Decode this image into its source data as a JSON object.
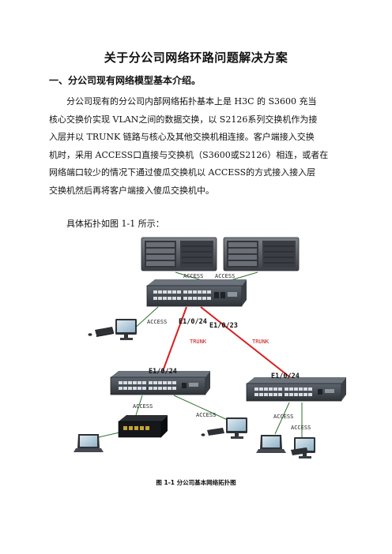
{
  "document": {
    "title": "关于分公司网络环路问题解决方案",
    "section1_heading": "一、分公司现有网络模型基本介绍。",
    "paragraph_lines": [
      "分公司现有的分公司内部网络拓扑基本上是 H3C 的 S3600 充当",
      "核心交换价实现 VLAN之间的数据交换，以 S2126系列交换机作为接",
      "入层并以 TRUNK 链路与核心及其他交换机相连接。客户端接入交换",
      "机时，采用 ACCESS口直接与交换机（S3600或S2126）相连，或者在",
      "网络端口较少的情况下通过傻瓜交换机以 ACCESS的方式接入接入层",
      "交换机然后再将客户端接入傻瓜交换机中。"
    ],
    "figure_intro": "具体拓扑如图 1-1 所示：",
    "figure_caption": "图 1-1 分公司基本网络拓扑图"
  },
  "diagram": {
    "labels": {
      "server_left_access": "ACCESS",
      "server_right_access": "ACCESS",
      "pc_core_access": "ACCESS",
      "port_core_e1_0_24": "E1/0/24",
      "port_core_e1_0_23": "E1/0/23",
      "trunk_left": "TRUNK",
      "trunk_right": "TRUNK",
      "port_left_switch": "E1/0/24",
      "port_right_switch": "E1/0/24",
      "hub_access": "ACCESS",
      "left_pc_access": "ACCESS",
      "right_laptop_access": "ACCESS",
      "right_desktop_access": "ACCESS"
    },
    "colors": {
      "trunk_link": "#d81e1e",
      "access_link": "#2f6f2f",
      "trunk_label": "#c01515",
      "switch_body": "#4a5058",
      "server_body": "#55595e"
    }
  }
}
